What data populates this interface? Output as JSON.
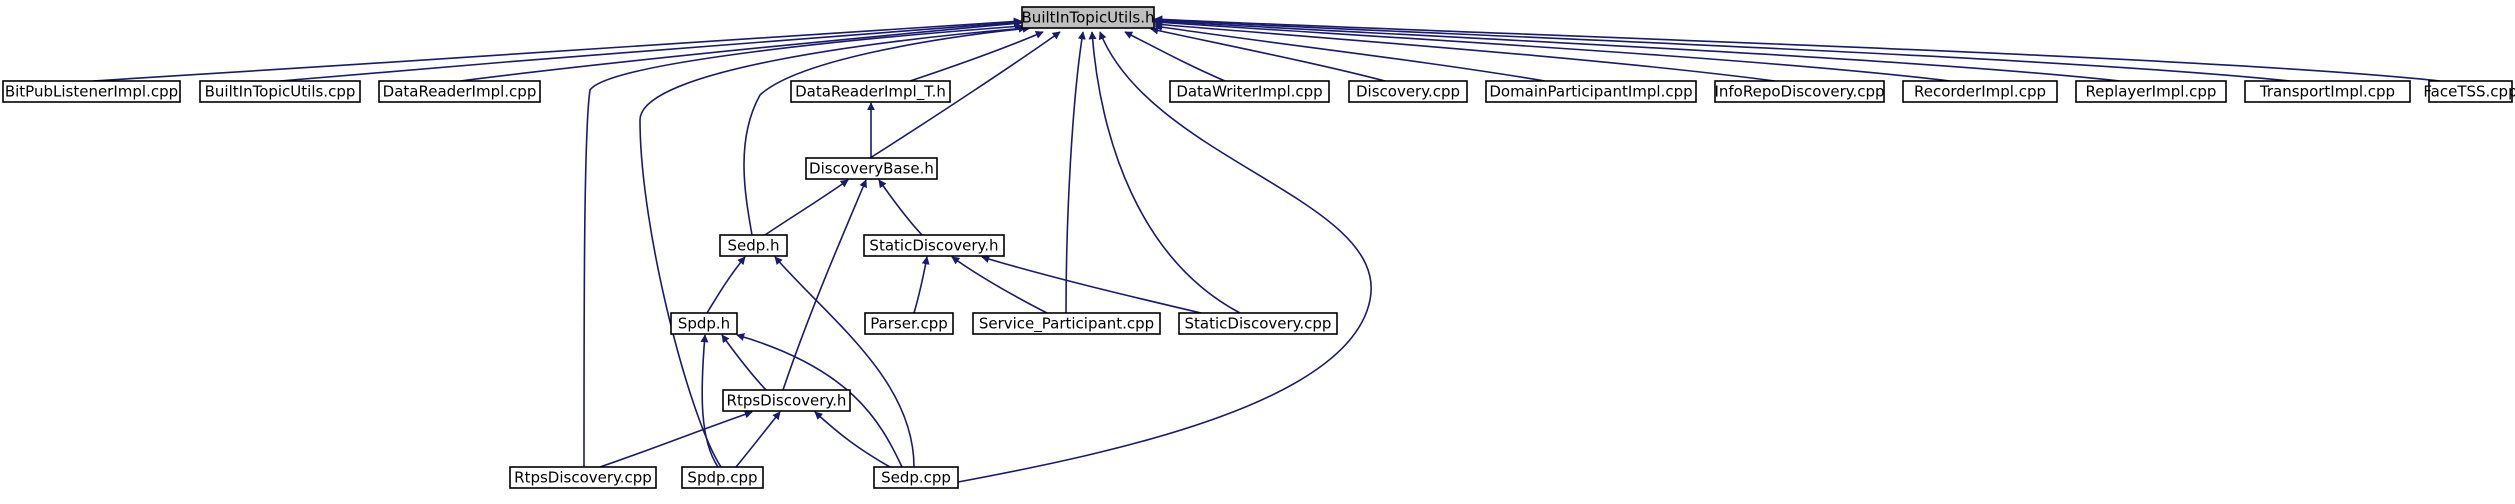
{
  "diagram": {
    "nodes": [
      {
        "id": "root",
        "label": "BuiltInTopicUtils.h",
        "root": true
      },
      {
        "id": "bitpub",
        "label": "BitPubListenerImpl.cpp"
      },
      {
        "id": "bitcpp",
        "label": "BuiltInTopicUtils.cpp"
      },
      {
        "id": "dri",
        "label": "DataReaderImpl.cpp"
      },
      {
        "id": "drit",
        "label": "DataReaderImpl_T.h"
      },
      {
        "id": "dwi",
        "label": "DataWriterImpl.cpp"
      },
      {
        "id": "disc",
        "label": "Discovery.cpp"
      },
      {
        "id": "dpi",
        "label": "DomainParticipantImpl.cpp"
      },
      {
        "id": "ird",
        "label": "InfoRepoDiscovery.cpp"
      },
      {
        "id": "rec",
        "label": "RecorderImpl.cpp"
      },
      {
        "id": "rep",
        "label": "ReplayerImpl.cpp"
      },
      {
        "id": "tra",
        "label": "TransportImpl.cpp"
      },
      {
        "id": "face",
        "label": "FaceTSS.cpp"
      },
      {
        "id": "db",
        "label": "DiscoveryBase.h"
      },
      {
        "id": "sedph",
        "label": "Sedp.h"
      },
      {
        "id": "sdh",
        "label": "StaticDiscovery.h"
      },
      {
        "id": "spdph",
        "label": "Spdp.h"
      },
      {
        "id": "parser",
        "label": "Parser.cpp"
      },
      {
        "id": "sp",
        "label": "Service_Participant.cpp"
      },
      {
        "id": "sdcpp",
        "label": "StaticDiscovery.cpp"
      },
      {
        "id": "rtpsh",
        "label": "RtpsDiscovery.h"
      },
      {
        "id": "rtpscpp",
        "label": "RtpsDiscovery.cpp"
      },
      {
        "id": "spdpcpp",
        "label": "Spdp.cpp"
      },
      {
        "id": "sedpcpp",
        "label": "Sedp.cpp"
      }
    ],
    "edges": [
      {
        "from": "bitpub",
        "to": "root"
      },
      {
        "from": "bitcpp",
        "to": "root"
      },
      {
        "from": "dri",
        "to": "root"
      },
      {
        "from": "rtpscpp",
        "to": "root"
      },
      {
        "from": "spdpcpp",
        "to": "root"
      },
      {
        "from": "sedph",
        "to": "root"
      },
      {
        "from": "drit",
        "to": "root"
      },
      {
        "from": "db",
        "to": "root"
      },
      {
        "from": "sp",
        "to": "root"
      },
      {
        "from": "sdcpp",
        "to": "root"
      },
      {
        "from": "sedpcpp",
        "to": "root"
      },
      {
        "from": "dwi",
        "to": "root"
      },
      {
        "from": "disc",
        "to": "root"
      },
      {
        "from": "dpi",
        "to": "root"
      },
      {
        "from": "ird",
        "to": "root"
      },
      {
        "from": "rec",
        "to": "root"
      },
      {
        "from": "rep",
        "to": "root"
      },
      {
        "from": "tra",
        "to": "root"
      },
      {
        "from": "face",
        "to": "root"
      },
      {
        "from": "db",
        "to": "drit"
      },
      {
        "from": "sedph",
        "to": "db"
      },
      {
        "from": "sdh",
        "to": "db"
      },
      {
        "from": "rtpsh",
        "to": "db"
      },
      {
        "from": "spdph",
        "to": "sedph"
      },
      {
        "from": "sedpcpp",
        "to": "sedph"
      },
      {
        "from": "parser",
        "to": "sdh"
      },
      {
        "from": "sp",
        "to": "sdh"
      },
      {
        "from": "sdcpp",
        "to": "sdh"
      },
      {
        "from": "rtpsh",
        "to": "spdph"
      },
      {
        "from": "spdpcpp",
        "to": "spdph"
      },
      {
        "from": "sedpcpp",
        "to": "spdph"
      },
      {
        "from": "rtpscpp",
        "to": "rtpsh"
      },
      {
        "from": "spdpcpp",
        "to": "rtpsh"
      },
      {
        "from": "sedpcpp",
        "to": "rtpsh"
      }
    ],
    "colors": {
      "edge": "#191970",
      "node_border": "#000000",
      "node_fill": "#ffffff",
      "root_fill": "#bfbfbf",
      "text": "#000000"
    }
  }
}
